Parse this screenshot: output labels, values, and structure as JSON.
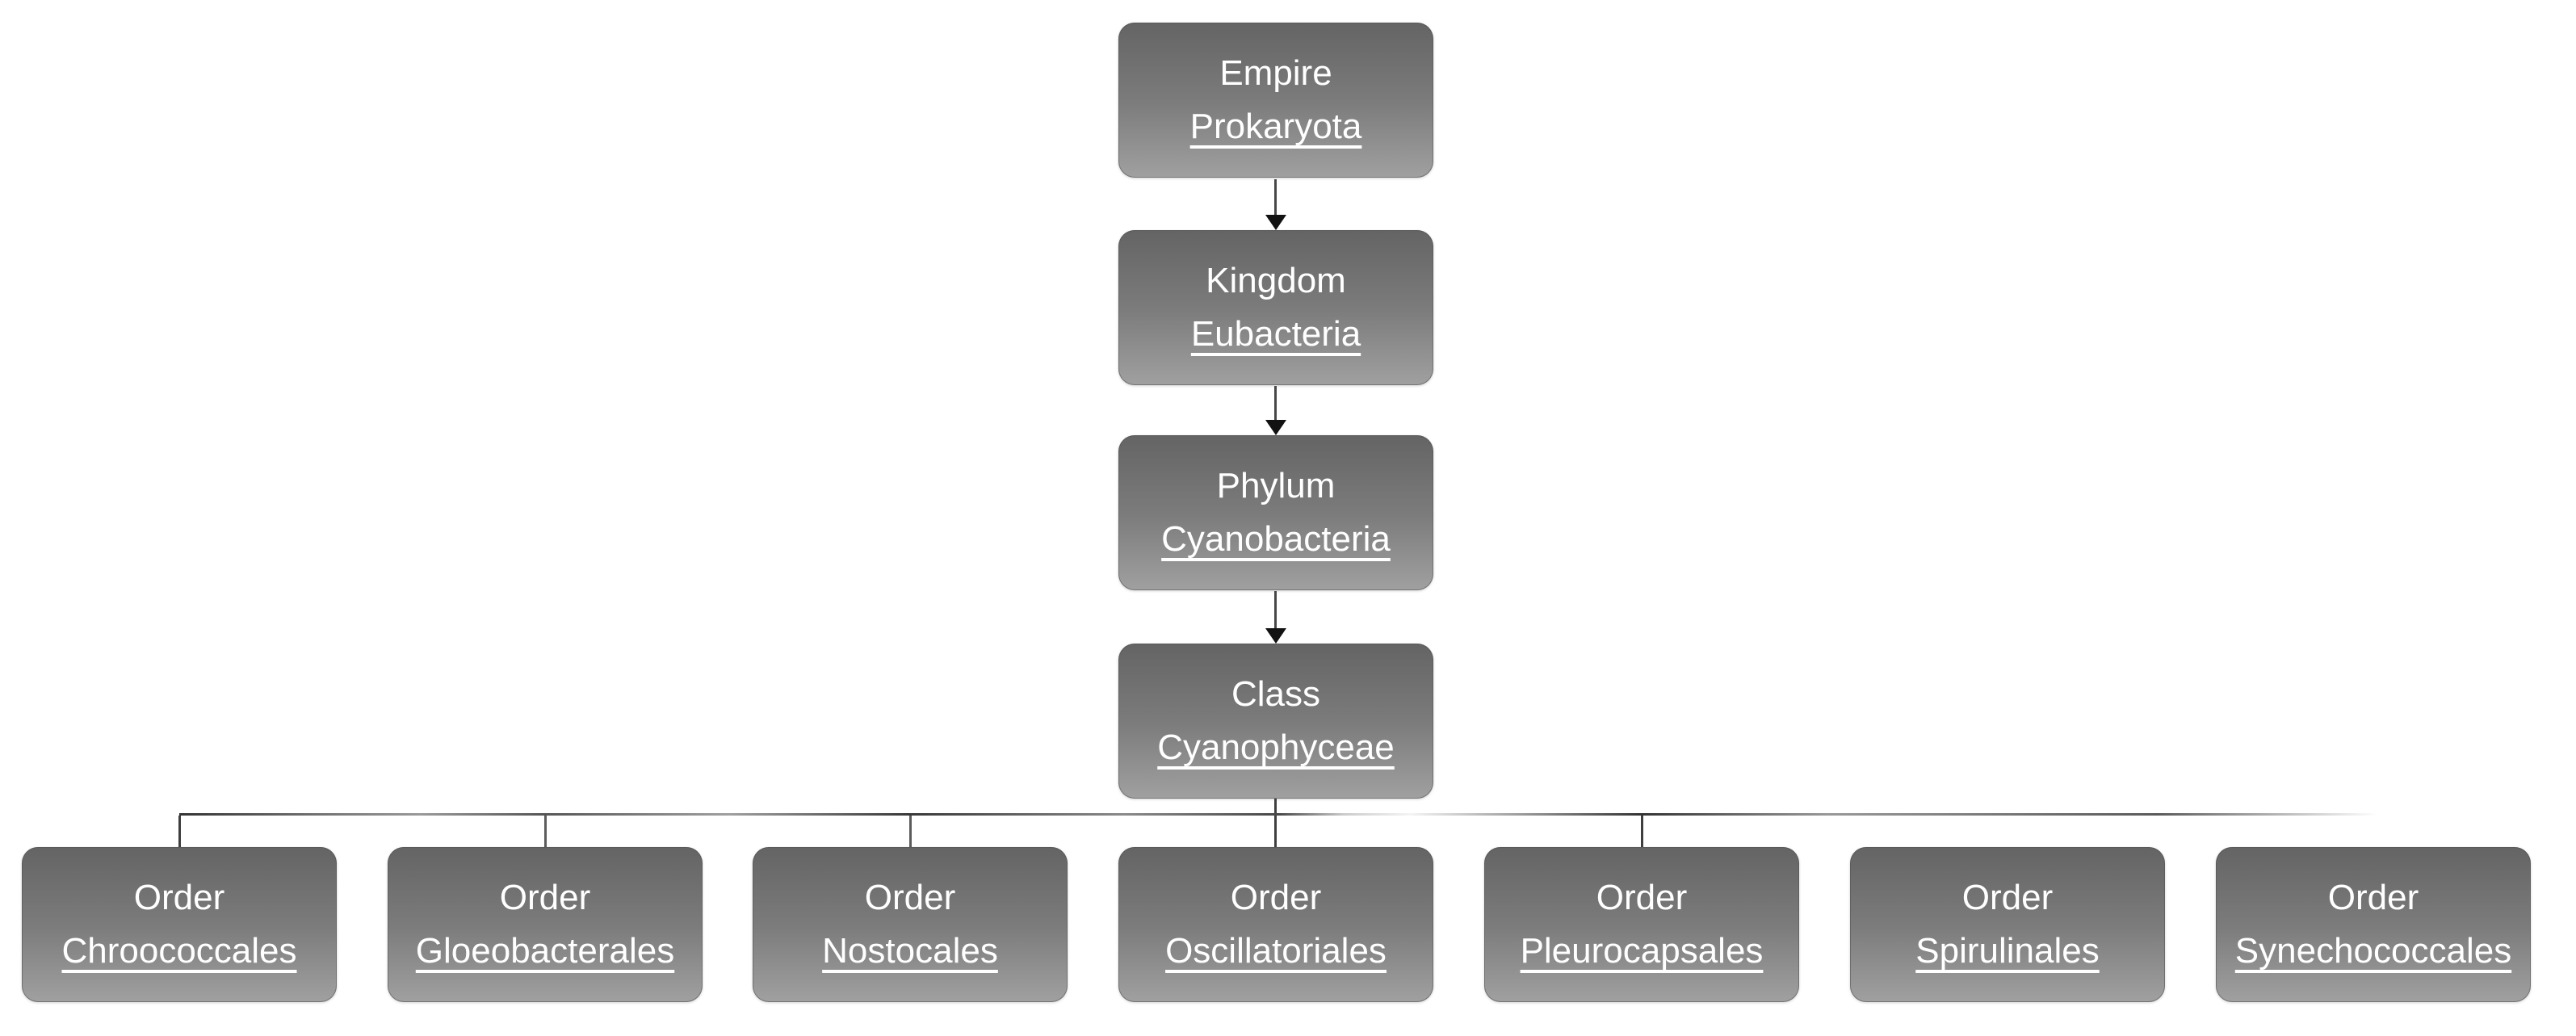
{
  "diagram": {
    "type": "taxonomy-hierarchy",
    "chain": [
      {
        "rank": "Empire",
        "name": "Prokaryota"
      },
      {
        "rank": "Kingdom",
        "name": "Eubacteria"
      },
      {
        "rank": "Phylum",
        "name": "Cyanobacteria"
      },
      {
        "rank": "Class",
        "name": "Cyanophyceae"
      }
    ],
    "orders": [
      {
        "rank": "Order",
        "name": "Chroococcales"
      },
      {
        "rank": "Order",
        "name": "Gloeobacterales"
      },
      {
        "rank": "Order",
        "name": "Nostocales"
      },
      {
        "rank": "Order",
        "name": "Oscillatoriales"
      },
      {
        "rank": "Order",
        "name": "Pleurocapsales"
      },
      {
        "rank": "Order",
        "name": "Spirulinales"
      },
      {
        "rank": "Order",
        "name": "Synechococcales"
      }
    ],
    "colors": {
      "box_gradient_top": "#646464",
      "box_gradient_bottom": "#a0a0a0",
      "box_text": "#ffffff",
      "connector": "#3f3f3f",
      "arrowhead": "#121212",
      "background": "#ffffff"
    }
  }
}
